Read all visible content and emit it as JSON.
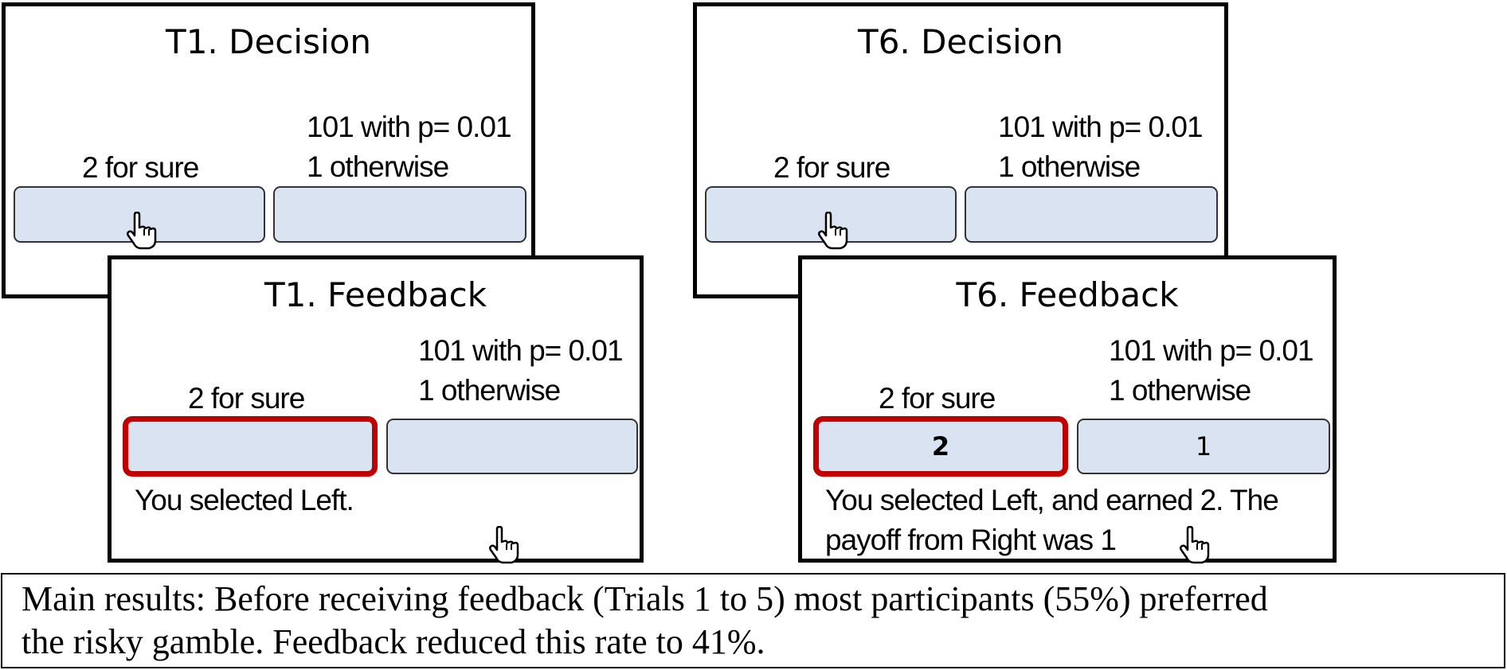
{
  "panels": {
    "t1_decision": {
      "title": "T1. Decision",
      "left_label": "2 for sure",
      "right_label_line1": "101 with p= 0.01",
      "right_label_line2": "1 otherwise"
    },
    "t1_feedback": {
      "title": "T1. Feedback",
      "left_label": "2 for sure",
      "right_label_line1": "101 with p= 0.01",
      "right_label_line2": "1 otherwise",
      "message": "You selected Left."
    },
    "t6_decision": {
      "title": "T6. Decision",
      "left_label": "2 for sure",
      "right_label_line1": "101 with p= 0.01",
      "right_label_line2": "1 otherwise"
    },
    "t6_feedback": {
      "title": "T6. Feedback",
      "left_label": "2 for sure",
      "right_label_line1": "101 with p= 0.01",
      "right_label_line2": "1 otherwise",
      "left_value": "2",
      "right_value": "1",
      "message_line1": "You selected Left, and earned 2. The",
      "message_line2": "payoff from Right was 1"
    }
  },
  "caption": {
    "line1": "Main results: Before receiving feedback (Trials 1 to 5) most participants (55%) preferred",
    "line2": "the risky gamble. Feedback reduced this rate to 41%."
  },
  "colors": {
    "button_fill": "#dae3f2",
    "selected_border": "#c00000"
  },
  "icons": {
    "cursor": "hand-pointer-icon"
  }
}
